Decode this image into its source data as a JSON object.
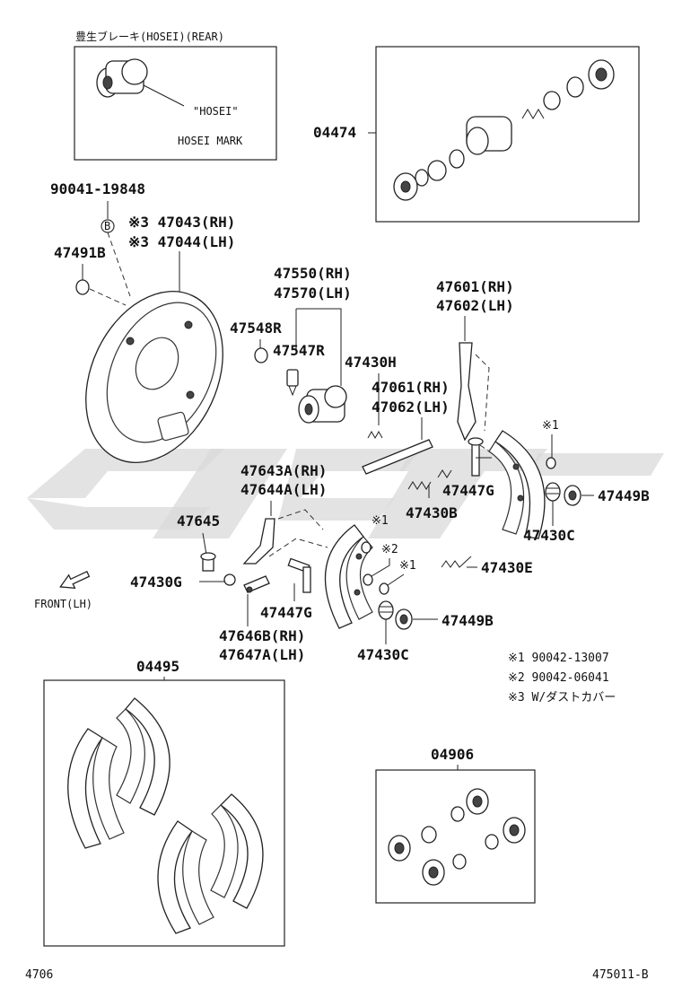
{
  "hosei_box": {
    "title": "豊生ブレーキ(HOSEI)(REAR)",
    "mark_quote": "\"HOSEI\"",
    "caption": "HOSEI MARK"
  },
  "parts": {
    "p04474": "04474",
    "p90041": "90041-19848",
    "p47043": "※3 47043(RH)",
    "p47044": "※3 47044(LH)",
    "p47491b": "47491B",
    "p47550": "47550(RH)",
    "p47570": "47570(LH)",
    "p47548r": "47548R",
    "p47547r": "47547R",
    "p47430h": "47430H",
    "p47601": "47601(RH)",
    "p47602": "47602(LH)",
    "p47061": "47061(RH)",
    "p47062": "47062(LH)",
    "p47643a": "47643A(RH)",
    "p47644a": "47644A(LH)",
    "p47447g_right": "47447G",
    "p47449b_right": "47449B",
    "p47430b": "47430B",
    "p47645": "47645",
    "p47430c_right": "47430C",
    "mark1_a": "※1",
    "mark1_b": "※1",
    "mark2": "※2",
    "mark1_c": "※1",
    "p47430g": "47430G",
    "p47430e": "47430E",
    "p47447g_left": "47447G",
    "p47449b_left": "47449B",
    "p47646b": "47646B(RH)",
    "p47647a": "47647A(LH)",
    "p47430c_left": "47430C",
    "p04495": "04495",
    "p04906": "04906",
    "marker_b": "B"
  },
  "front_label": "FRONT(LH)",
  "notes": [
    "※1 90042-13007",
    "※2 90042-06041",
    "※3 W/ダストカバー"
  ],
  "footer": {
    "left": "4706",
    "right": "475011-B"
  }
}
